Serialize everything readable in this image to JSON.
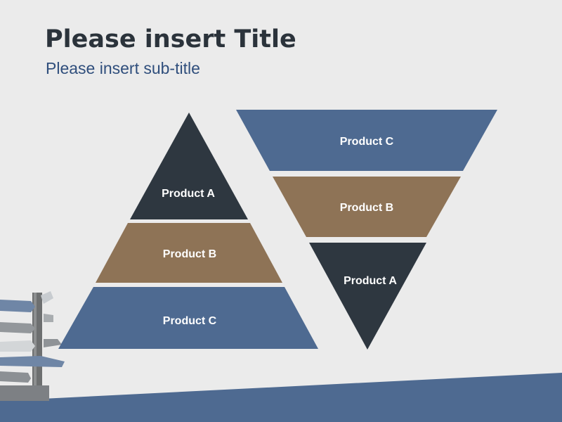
{
  "slide": {
    "title": "Please insert Title",
    "subtitle": "Please insert sub-title"
  },
  "colors": {
    "background": "#ebebeb",
    "dark": "#2e3740",
    "brown": "#8e7356",
    "blue": "#4e6a91",
    "title": "#2b333b",
    "subtitle": "#2f4e7c"
  },
  "pyramid": {
    "levels": [
      {
        "label": "Product A",
        "color": "dark"
      },
      {
        "label": "Product B",
        "color": "brown"
      },
      {
        "label": "Product C",
        "color": "blue"
      }
    ]
  },
  "inverted_pyramid": {
    "levels": [
      {
        "label": "Product C",
        "color": "blue"
      },
      {
        "label": "Product B",
        "color": "brown"
      },
      {
        "label": "Product A",
        "color": "dark"
      }
    ]
  },
  "decoration": {
    "icon": "signpost-icon"
  }
}
